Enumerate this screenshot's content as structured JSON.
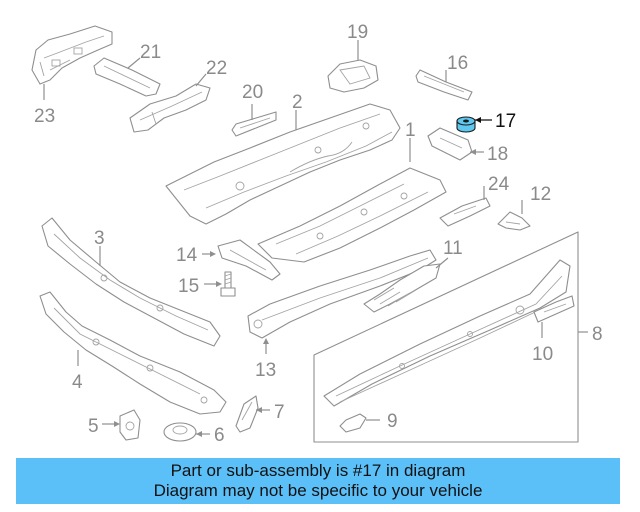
{
  "callouts": {
    "c1": "1",
    "c2": "2",
    "c3": "3",
    "c4": "4",
    "c5": "5",
    "c6": "6",
    "c7": "7",
    "c8": "8",
    "c9": "9",
    "c10": "10",
    "c11": "11",
    "c12": "12",
    "c13": "13",
    "c14": "14",
    "c15": "15",
    "c16": "16",
    "c17": "17",
    "c18": "18",
    "c19": "19",
    "c20": "20",
    "c21": "21",
    "c22": "22",
    "c23": "23",
    "c24": "24"
  },
  "highlighted_part": "17",
  "colors": {
    "banner": "#5bc0f8",
    "highlight": "#5fc8f0",
    "line": "#8f8f8f"
  },
  "banner": {
    "line1": "Part or sub-assembly is #17 in diagram",
    "line2": "Diagram may not be specific to your vehicle"
  }
}
